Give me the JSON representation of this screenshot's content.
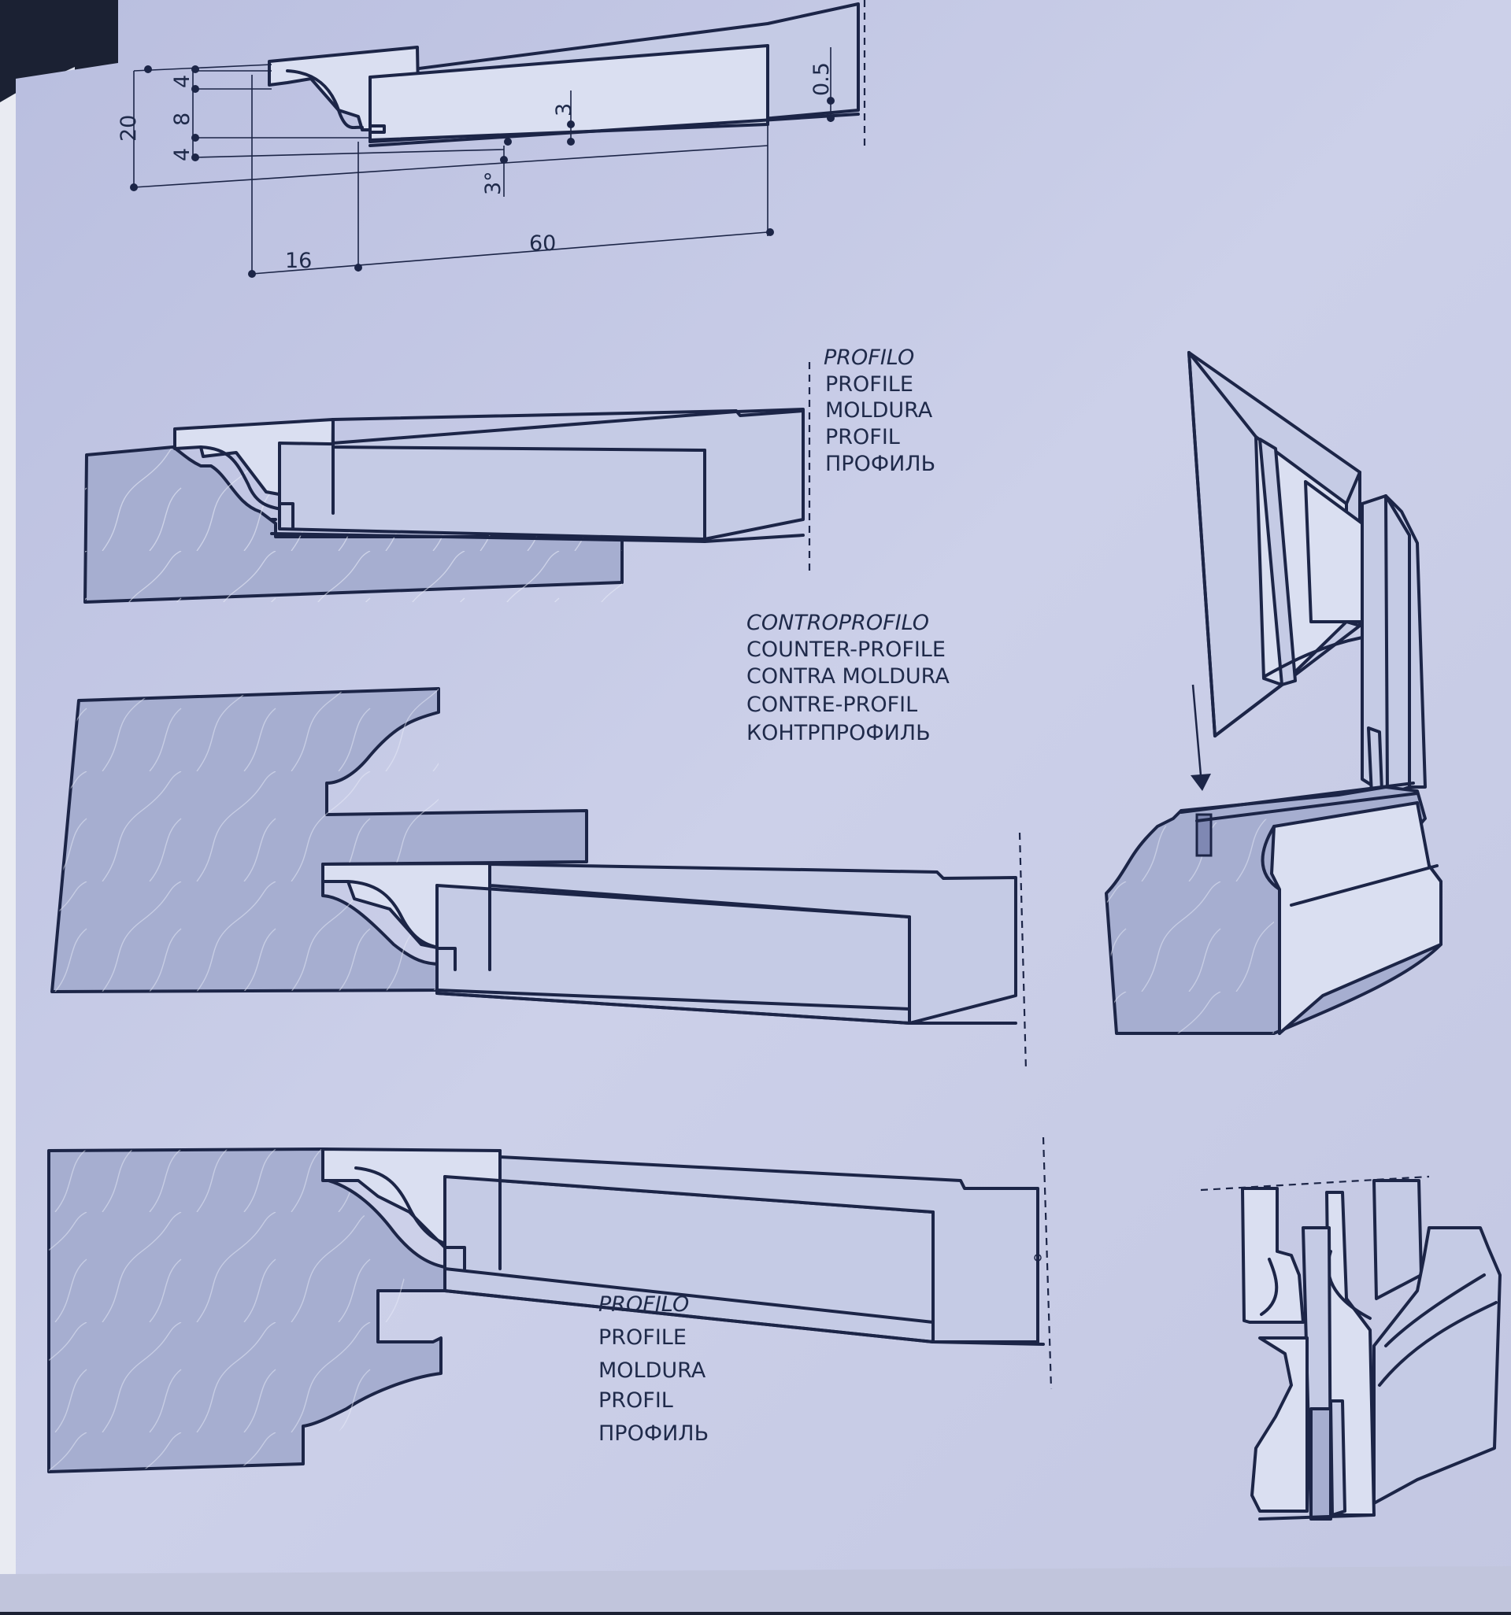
{
  "dimensions": {
    "d_4a": "4",
    "d_8": "8",
    "d_4b": "4",
    "d_20": "20",
    "d_3": "3",
    "d_3deg": "3°",
    "d_05": "0.5",
    "d_16": "16",
    "d_60": "60"
  },
  "labels": {
    "profile_top": [
      "PROFILO",
      "PROFILE",
      "MOLDURA",
      "PROFIL",
      "ПРОФИЛЬ"
    ],
    "counter_profile": [
      "CONTROPROFILO",
      "COUNTER-PROFILE",
      "CONTRA MOLDURA",
      "CONTRE-PROFIL",
      "КОНТРПРОФИЛЬ"
    ],
    "profile_bottom": [
      "PROFILO",
      "PROFILE",
      "MOLDURA",
      "PROFIL",
      "ПРОФИЛЬ"
    ]
  },
  "colors": {
    "paper": "#c9cde6",
    "line": "#1c2547",
    "wood": "#a6aed0",
    "glass": "#c5cbe5"
  }
}
